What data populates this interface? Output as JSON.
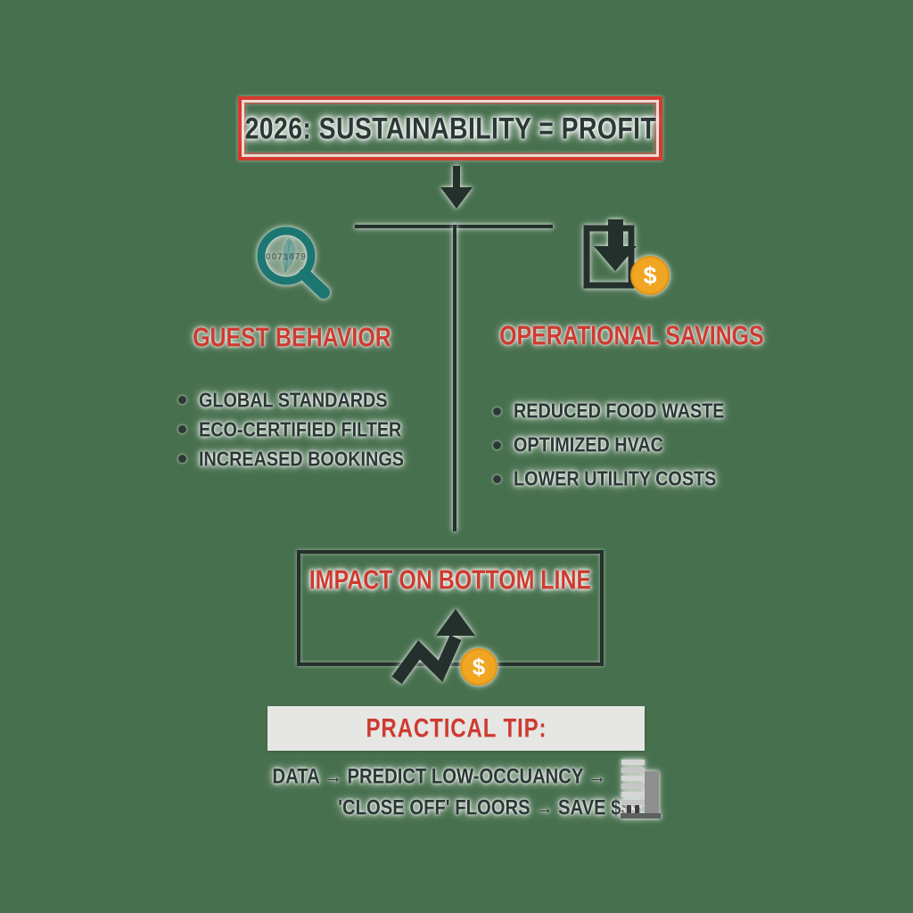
{
  "meta": {
    "kind": "sustainability-profit-infographic",
    "background": "#47704E"
  },
  "palette": {
    "background_green": "#47704E",
    "ink_charcoal": "#2B3836",
    "accent_red": "#CD3B30",
    "border_red": "#D6392D",
    "teal": "#1C7672",
    "coin_gold": "#F0A622",
    "tip_bar_gray": "#E6E6E4",
    "building_gray": "#9B9B9B"
  },
  "title_box": {
    "label": "2026: SUSTAINABILITY = PROFIT"
  },
  "icons": {
    "flow": "down-arrow-icon",
    "left_branch": "magnifier-leaf-icon",
    "left_branch_digits": "0071879",
    "right_branch": "download-box-icon",
    "right_branch_coin": "$",
    "impact": "trend-up-arrow-icon",
    "impact_coin": "$",
    "tip": "hotel-building-icon"
  },
  "left_branch": {
    "heading": "GUEST BEHAVIOR",
    "bullets": [
      "GLOBAL STANDARDS",
      "ECO-CERTIFIED FILTER",
      "INCREASED BOOKINGS"
    ]
  },
  "right_branch": {
    "heading": "OPERATIONAL SAVINGS",
    "bullets": [
      "REDUCED FOOD WASTE",
      "OPTIMIZED HVAC",
      "LOWER UTILITY COSTS"
    ]
  },
  "impact_box": {
    "heading": "IMPACT ON BOTTOM LINE"
  },
  "practical_tip": {
    "heading": "PRACTICAL TIP:",
    "line1": "DATA → PREDICT LOW-OCCUANCY →",
    "line2": "'CLOSE OFF' FLOORS → SAVE $$$"
  }
}
